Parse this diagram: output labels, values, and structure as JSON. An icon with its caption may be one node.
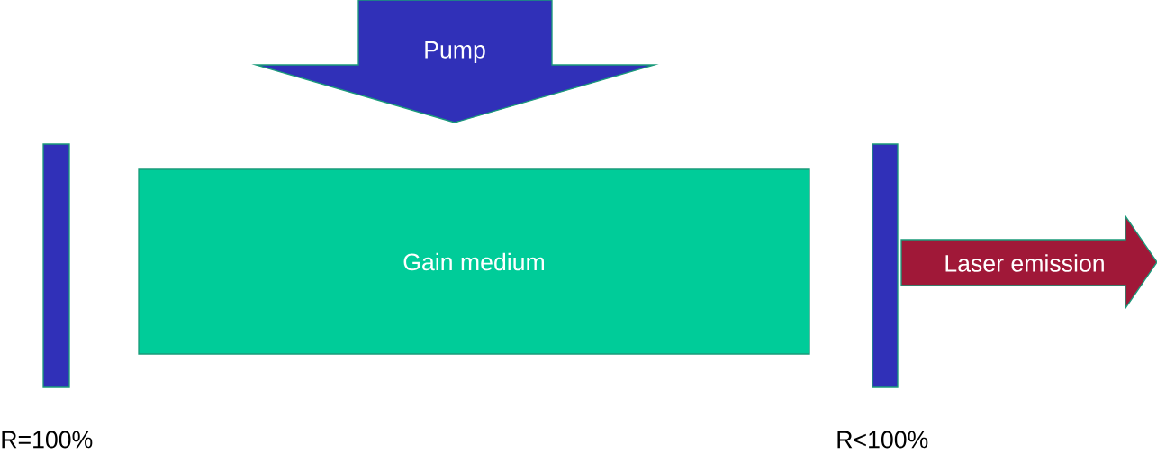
{
  "diagram": {
    "nodes": [
      {
        "text": [
          "Pump"
        ]
      },
      {
        "text": [],
        "shape": "bar",
        "beside": [
          "R=100%"
        ]
      },
      {
        "text": [
          "Gain medium"
        ]
      },
      {
        "text": [],
        "shape": "bar",
        "beside": [
          "R<100%"
        ]
      },
      {
        "text": [
          "Laser emission"
        ]
      }
    ]
  }
}
